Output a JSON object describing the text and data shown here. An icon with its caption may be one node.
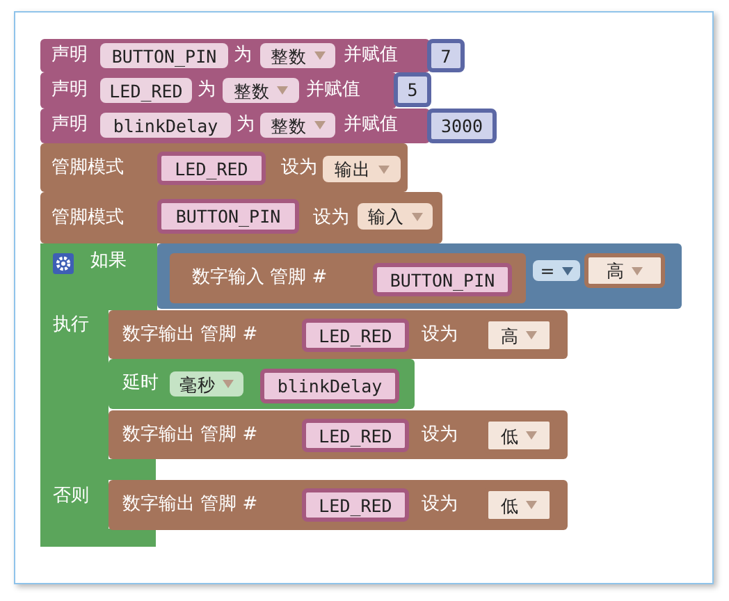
{
  "diagram": {
    "nodes": [
      {
        "text": [
          "声明",
          "为",
          "并赋值"
        ]
      },
      {
        "text": [
          "BUTTON_PIN"
        ],
        "in": 0
      },
      {
        "text": [
          "整数"
        ],
        "in": 0
      },
      {
        "text": [
          "7"
        ]
      },
      {
        "text": [
          "声明",
          "为",
          "并赋值"
        ]
      },
      {
        "text": [
          "LED_RED"
        ],
        "in": 4
      },
      {
        "text": [
          "整数"
        ],
        "in": 4
      },
      {
        "text": [
          "5"
        ]
      },
      {
        "text": [
          "声明",
          "为",
          "并赋值"
        ]
      },
      {
        "text": [
          "blinkDelay"
        ],
        "in": 8
      },
      {
        "text": [
          "整数"
        ],
        "in": 8
      },
      {
        "text": [
          "3000"
        ]
      },
      {
        "text": [
          "管脚模式",
          "设为"
        ]
      },
      {
        "text": [
          "LED_RED"
        ],
        "in": 12
      },
      {
        "text": [
          "输出"
        ],
        "in": 12
      },
      {
        "text": [
          "管脚模式",
          "设为"
        ]
      },
      {
        "text": [
          "BUTTON_PIN"
        ],
        "in": 15
      },
      {
        "text": [
          "输入"
        ],
        "in": 15
      },
      {
        "text": [
          "如果",
          "执行",
          "否则"
        ]
      },
      {
        "text": [],
        "shape": "box"
      },
      {
        "text": [
          "数字输入 管脚 #"
        ],
        "in": 19
      },
      {
        "text": [
          "BUTTON_PIN"
        ],
        "in": 20
      },
      {
        "text": [
          "="
        ],
        "in": 19
      },
      {
        "text": [
          "高"
        ],
        "in": 19
      },
      {
        "text": [
          "数字输出 管脚 #",
          "设为"
        ]
      },
      {
        "text": [
          "LED_RED"
        ],
        "in": 24
      },
      {
        "text": [
          "高"
        ],
        "in": 24
      },
      {
        "text": [
          "延时"
        ]
      },
      {
        "text": [
          "毫秒"
        ],
        "in": 27
      },
      {
        "text": [
          "blinkDelay"
        ],
        "in": 27
      },
      {
        "text": [
          "数字输出 管脚 #",
          "设为"
        ]
      },
      {
        "text": [
          "LED_RED"
        ],
        "in": 30
      },
      {
        "text": [
          "低"
        ],
        "in": 30
      },
      {
        "text": [
          "数字输出 管脚 #",
          "设为"
        ]
      },
      {
        "text": [
          "LED_RED"
        ],
        "in": 33
      },
      {
        "text": [
          "低"
        ],
        "in": 33
      }
    ]
  }
}
